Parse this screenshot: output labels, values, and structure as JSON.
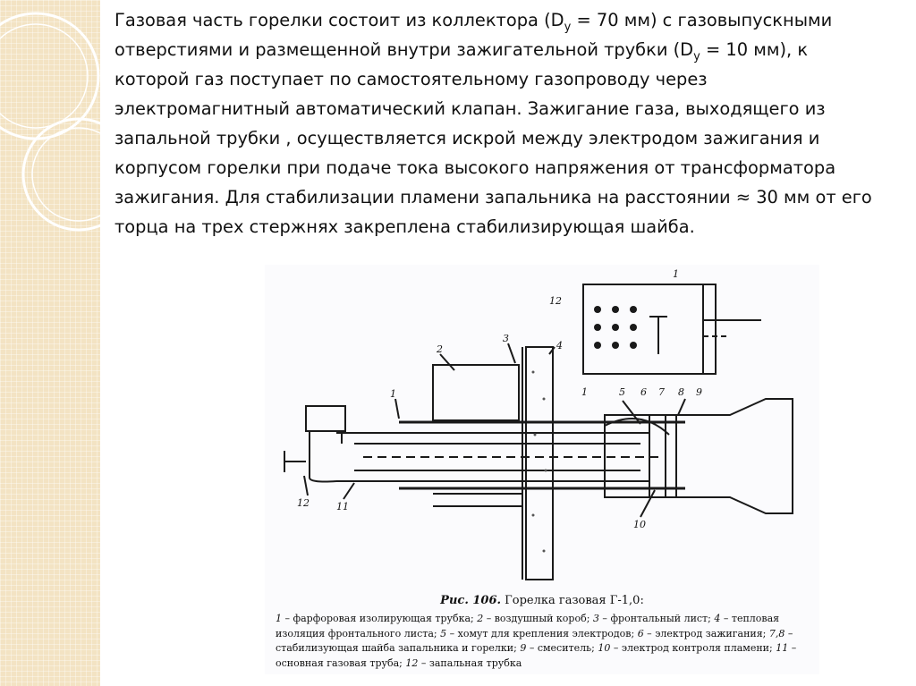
{
  "slide": {
    "paragraph": {
      "part1": "Газовая часть горелки состоит из коллектора (D",
      "sub1": "y",
      "part2": " = 70 мм) с газовыпускными отверстиями и размещенной внутри зажигательной трубки (D",
      "sub2": "y",
      "part3": " = 10 мм), к которой газ поступает по самостоятельному газопроводу через электромагнитный автоматический клапан. Зажигание газа, выходящего из запальной трубки , осуществляется искрой между электродом зажигания и корпусом горелки при подаче тока высокого напряжения от трансформатора зажигания. Для стабилизации пламени запальника на расстоянии ≈ 30 мм от его торца на трех стержнях закреплена стабилизирующая шайба."
    }
  },
  "figure": {
    "caption_number": "Рис. 106.",
    "caption_title": "Горелка газовая Г-1,0:",
    "legend": [
      {
        "num": "1",
        "text": "фарфоровая изолирующая трубка; "
      },
      {
        "num": "2",
        "text": "воздушный короб; "
      },
      {
        "num": "3",
        "text": "фронтальный лист;"
      },
      {
        "num": "4",
        "text": "тепловая изоляция фронтального листа; "
      },
      {
        "num": "5",
        "text": "хомут для крепления электродов; "
      },
      {
        "num": "6",
        "text": "электрод зажигания; "
      },
      {
        "num": "7,8",
        "text": "стабилизующая шайба запальника и горелки; "
      },
      {
        "num": "9",
        "text": "смеситель;"
      },
      {
        "num": "10",
        "text": "электрод контроля пламени; "
      },
      {
        "num": "11",
        "text": "основная газовая труба; "
      },
      {
        "num": "12",
        "text": "запальная трубка"
      }
    ],
    "part_labels": {
      "l1_top": "1",
      "l12_top": "12",
      "l2": "2",
      "l3": "3",
      "l4": "4",
      "l1_left": "1",
      "l1_mid": "1",
      "l5": "5",
      "l6": "6",
      "l7": "7",
      "l8": "8",
      "l9": "9",
      "l10": "10",
      "l11": "11",
      "l12_bottom": "12"
    }
  },
  "colors": {
    "background": "#ffffff",
    "side_band": "#f3e3c3",
    "text": "#111111",
    "drawing": "#1a1a1a"
  }
}
